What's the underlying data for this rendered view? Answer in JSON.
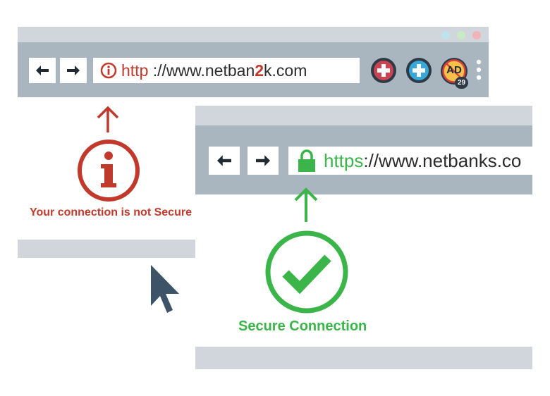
{
  "insecure": {
    "url_scheme": "http",
    "url_rest": " ://www.netban",
    "url_highlight": "2",
    "url_tail": "k.com",
    "warning_text": "Your connection is not Secure",
    "ad_blocker_label": "AD",
    "ad_blocker_count": "29",
    "scheme_color": "#c0392b"
  },
  "secure": {
    "url_scheme": "https",
    "url_rest": "://www.netbanks.co",
    "status_text": "Secure Connection",
    "scheme_color": "#3bb54a"
  },
  "icons": {
    "back": "arrow-left-icon",
    "forward": "arrow-right-icon",
    "info": "info-icon",
    "lock": "lock-icon",
    "check": "checkmark-icon",
    "cursor": "mouse-cursor-icon"
  },
  "colors": {
    "insecure_red": "#c0392b",
    "secure_green": "#3bb54a",
    "frame_light": "#d0d6dc",
    "frame_bar": "#a9b5bf",
    "cursor": "#3d5468"
  }
}
